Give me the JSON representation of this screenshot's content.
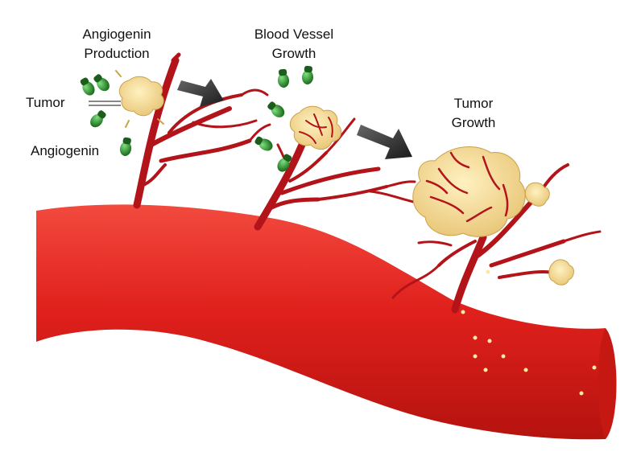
{
  "labels": {
    "angiogenin_production": [
      "Angiogenin",
      "Production"
    ],
    "blood_vessel_growth": [
      "Blood Vessel",
      "Growth"
    ],
    "tumor_growth": [
      "Tumor",
      "Growth"
    ],
    "tumor": "Tumor",
    "angiogenin": "Angiogenin"
  },
  "colors": {
    "vessel": "#e0201c",
    "vessel_highlight": "#f24a3e",
    "vessel_shadow": "#a8120f",
    "branch": "#b3141a",
    "tumor": "#f2d38a",
    "tumor_stroke": "#c9a24a",
    "angiogenin": "#2e9e2e",
    "angiogenin_dark": "#1b5e1b",
    "arrow": "#333333",
    "cell": "#fbe9a0"
  },
  "icons": {
    "flow_arrow": "arrow-right-down-icon",
    "angiogenin_molecule": "angiogenin-molecule-icon"
  }
}
